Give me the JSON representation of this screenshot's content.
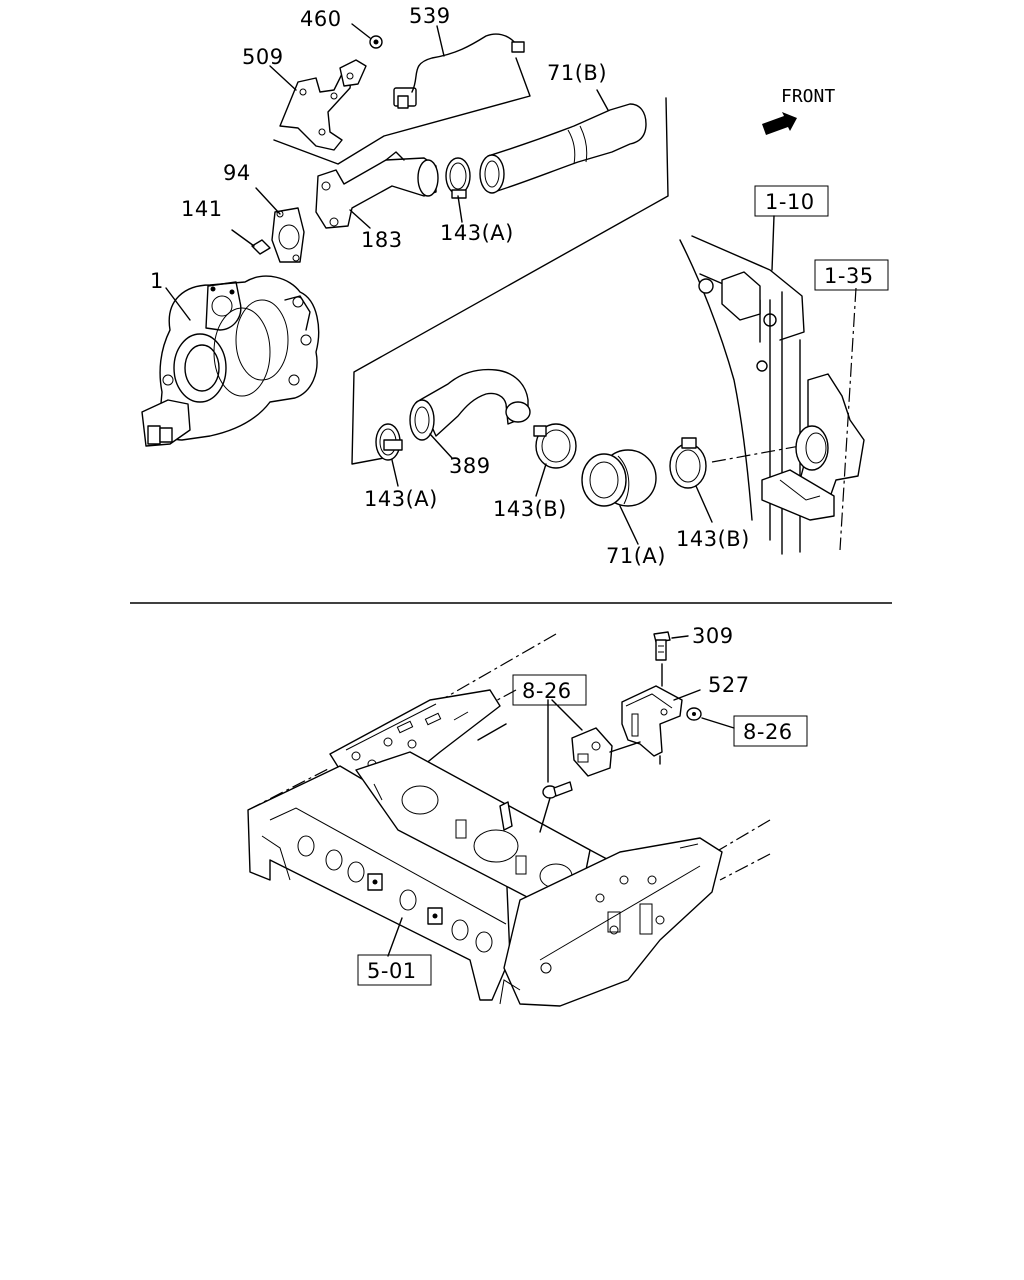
{
  "diagram": {
    "orientation_label": "FRONT",
    "top_section": {
      "part_labels": [
        "460",
        "539",
        "509",
        "71(B)",
        "94",
        "141",
        "183",
        "143(A)",
        "1",
        "389",
        "143(A)",
        "143(B)",
        "71(A)",
        "143(B)"
      ],
      "reference_boxes": [
        "1-10",
        "1-35"
      ]
    },
    "bottom_section": {
      "part_labels": [
        "309",
        "527"
      ],
      "reference_boxes": [
        "8-26",
        "8-26",
        "5-01"
      ]
    }
  }
}
